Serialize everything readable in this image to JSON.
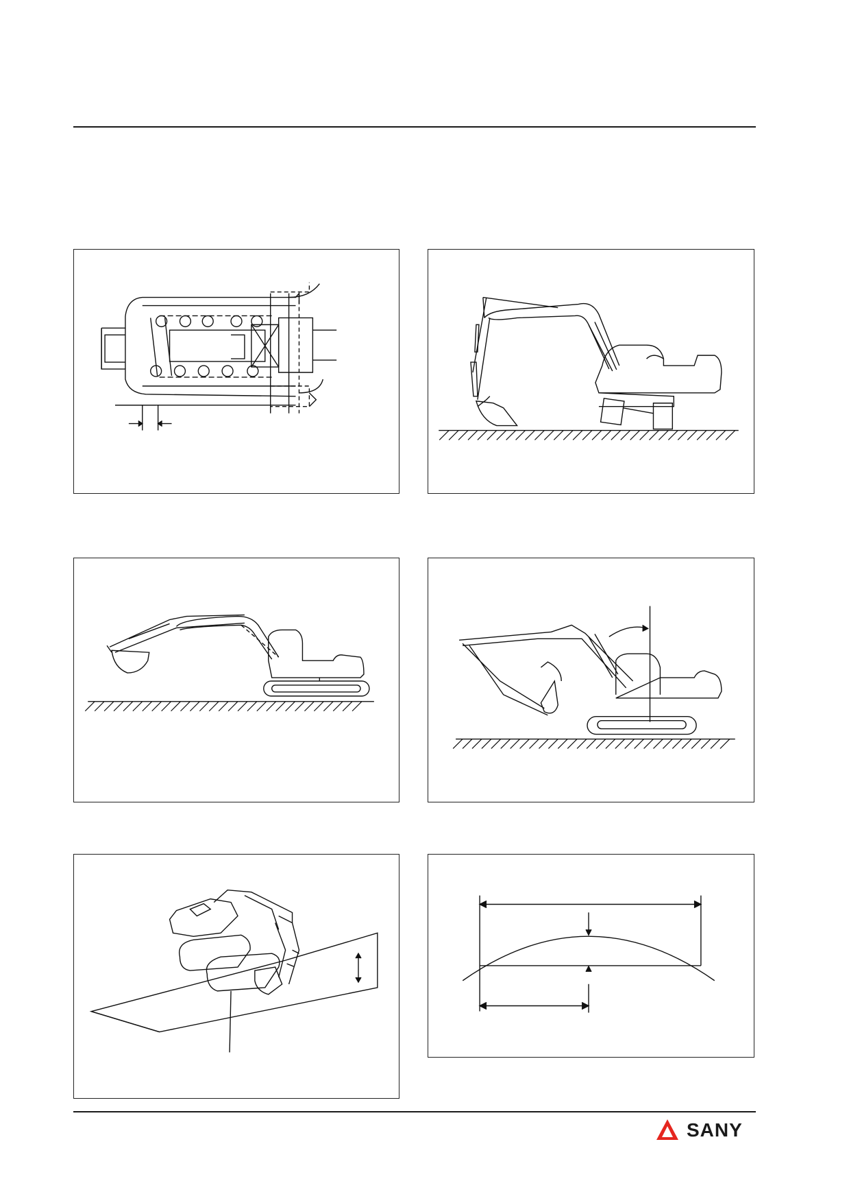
{
  "figures": [
    {
      "id": "fig-spring-valve",
      "icon": "valve-spring-section-drawing"
    },
    {
      "id": "fig-excavator-jacked",
      "icon": "excavator-raised-on-bucket-drawing"
    },
    {
      "id": "fig-excavator-boom-level",
      "icon": "excavator-boom-horizontal-drawing"
    },
    {
      "id": "fig-excavator-boom-angle",
      "icon": "excavator-boom-angle-drawing"
    },
    {
      "id": "fig-excavator-slope",
      "icon": "excavator-on-slope-drawing"
    },
    {
      "id": "fig-arc-measurement",
      "icon": "arc-dimension-drawing"
    }
  ],
  "footer": {
    "brand": "SANY",
    "logo_icon": "sany-logo-icon",
    "accent_color": "#e5261f"
  }
}
